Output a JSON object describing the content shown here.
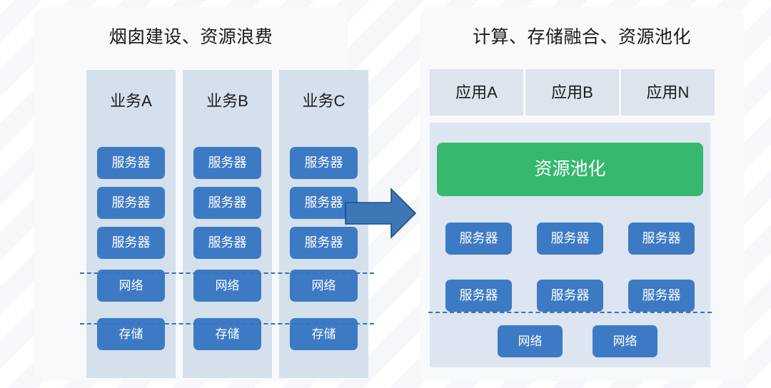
{
  "colors": {
    "page_background": "#ffffff",
    "panel_background": "#f8f9fa",
    "silo_column": "#d5e0ed",
    "chip_blue": "#3d7ac4",
    "app_box": "#dde4ee",
    "infra_container": "#dde5f0",
    "pool_green": "#36b86e",
    "dashed_line": "#3b6fc4",
    "arrow_fill": "#3d77b8",
    "arrow_stroke": "#1f4e79",
    "text_dark": "#1b1b1b",
    "text_on_chip": "#ffffff"
  },
  "left_panel": {
    "title": "烟囱建设、资源浪费",
    "columns": [
      {
        "header": "业务A",
        "servers": [
          "服务器",
          "服务器",
          "服务器"
        ],
        "network": "网络",
        "storage": "存储"
      },
      {
        "header": "业务B",
        "servers": [
          "服务器",
          "服务器",
          "服务器"
        ],
        "network": "网络",
        "storage": "存储"
      },
      {
        "header": "业务C",
        "servers": [
          "服务器",
          "服务器",
          "服务器"
        ],
        "network": "网络",
        "storage": "存储"
      }
    ]
  },
  "arrow": {
    "icon": "right-block-arrow-icon",
    "direction": "right"
  },
  "right_panel": {
    "title": "计算、存储融合、资源池化",
    "apps": [
      "应用A",
      "应用B",
      "应用N"
    ],
    "pool": {
      "label": "资源池化"
    },
    "servers": [
      "服务器",
      "服务器",
      "服务器",
      "服务器",
      "服务器",
      "服务器"
    ],
    "networks": [
      "网络",
      "网络"
    ]
  }
}
